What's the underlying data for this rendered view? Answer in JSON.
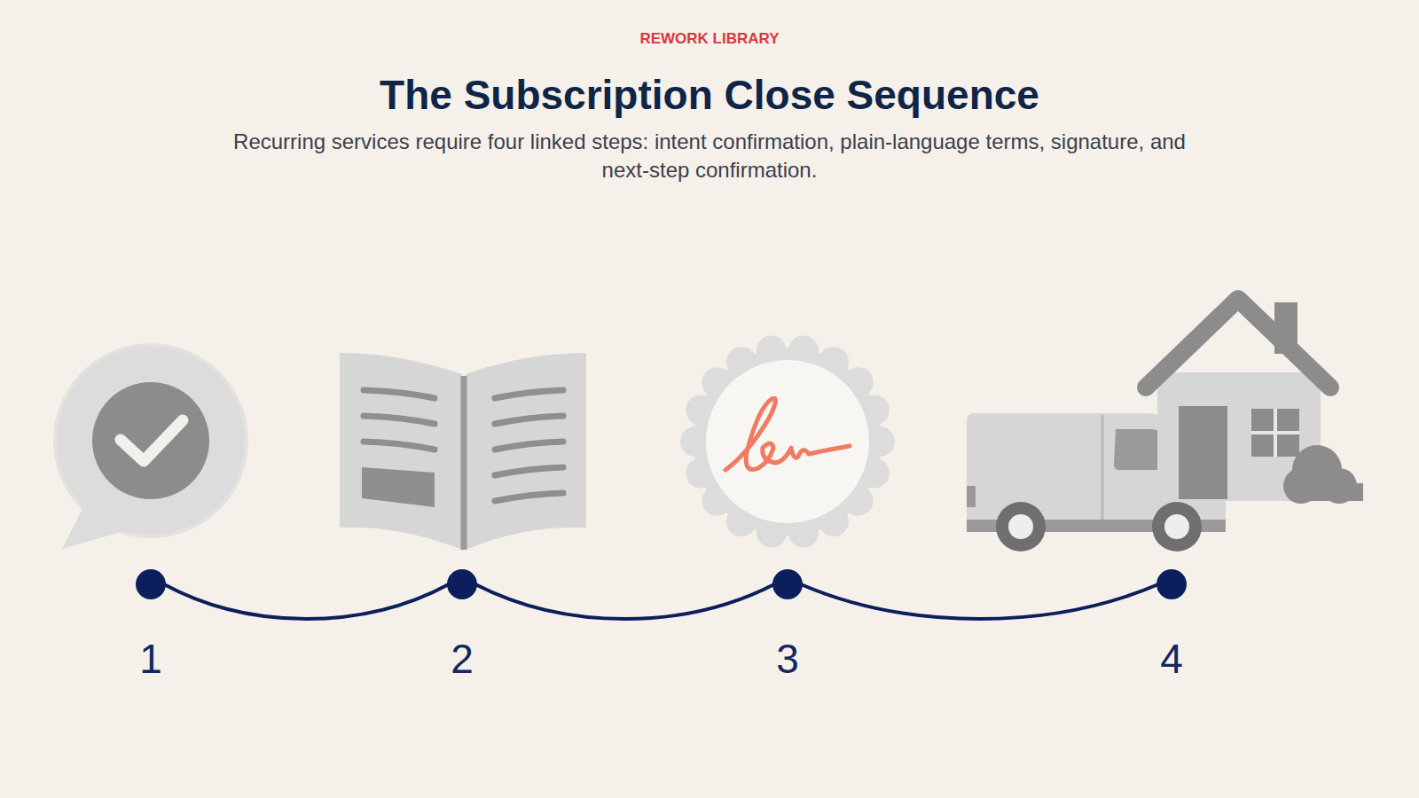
{
  "diagram": {
    "title": "The Subscription Close Sequence",
    "caption": "Recurring services require four linked steps: intent confirmation, plain-language terms, signature, and next-step confirmation.",
    "nodes": [
      {
        "text": [
          "1"
        ]
      },
      {
        "text": [
          "2"
        ]
      },
      {
        "text": [
          "3"
        ]
      },
      {
        "text": [
          "4"
        ]
      }
    ],
    "edges": [
      {
        "from": 0,
        "to": 1,
        "arrow": "none"
      },
      {
        "from": 1,
        "to": 2,
        "arrow": "none"
      },
      {
        "from": 2,
        "to": 3,
        "arrow": "none"
      }
    ],
    "labels": [
      "REWORK LIBRARY"
    ]
  }
}
